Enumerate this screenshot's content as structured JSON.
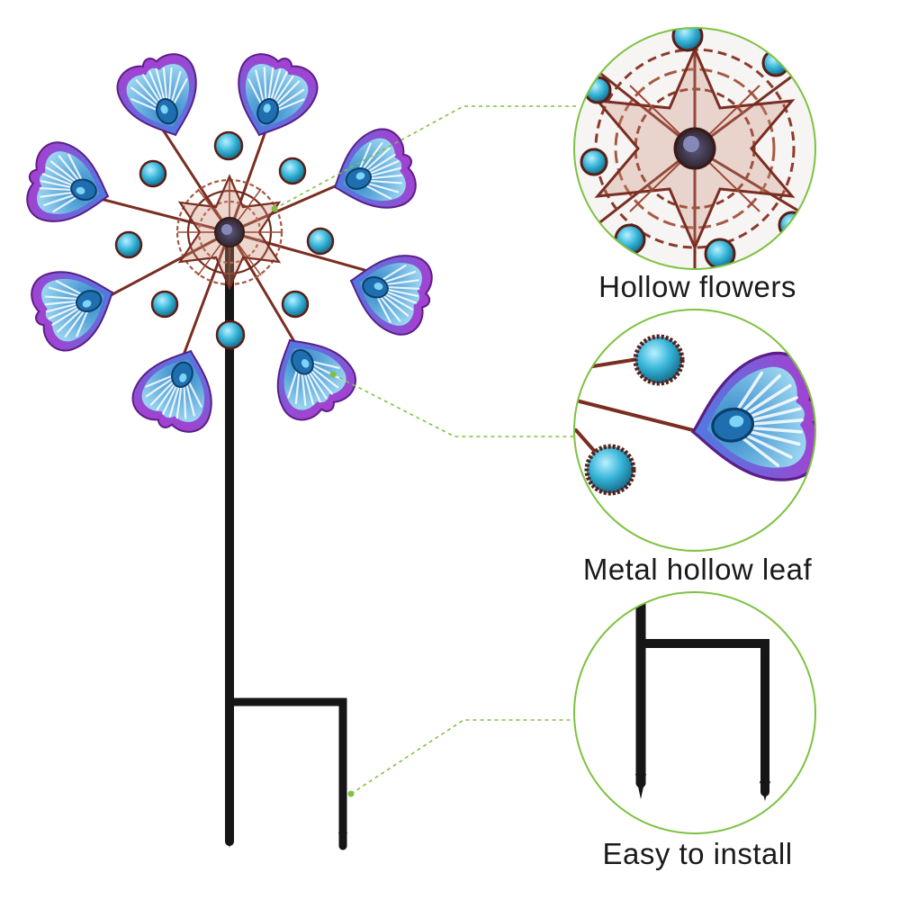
{
  "captions": {
    "hollow_flowers": "Hollow flowers",
    "metal_hollow_leaf": "Metal hollow leaf",
    "easy_to_install": "Easy to install"
  },
  "colors": {
    "callout_line": "#7ec241",
    "circle_border": "#7ec241",
    "stake": "#161616",
    "petal_outer": "#9a3fc8",
    "petal_inner": "#4fb0e6",
    "gem": "#35b6d8",
    "copper": "#8a3b2a"
  }
}
